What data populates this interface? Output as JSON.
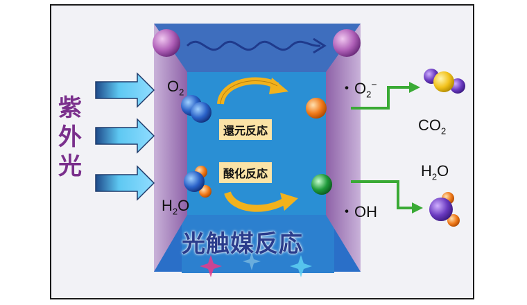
{
  "uv_label": [
    "紫",
    "外",
    "光"
  ],
  "labels": {
    "o2": "O",
    "o2_sub": "2",
    "h2o_left": "H",
    "h2o_left_sub": "2",
    "h2o_left_tail": "O",
    "superoxide": "・O",
    "superoxide_sub": "2",
    "superoxide_sup": "−",
    "hydroxyl": "・OH",
    "co2": "CO",
    "co2_sub": "2",
    "h2o_right": "H",
    "h2o_right_sub": "2",
    "h2o_right_tail": "O"
  },
  "reactions": {
    "reduction": "還元反応",
    "oxidation": "酸化反応"
  },
  "title": "光触媒反応",
  "colors": {
    "panel_purple": "#a07ab8",
    "center_blue": "#2a8fd4",
    "arrow_cyan": "#4fb3e6",
    "arrow_green": "#3aaa35",
    "wave_navy": "#1f3a8c",
    "curved_arrow": "#f2b21c",
    "box_fill": "#fbe3a6"
  }
}
